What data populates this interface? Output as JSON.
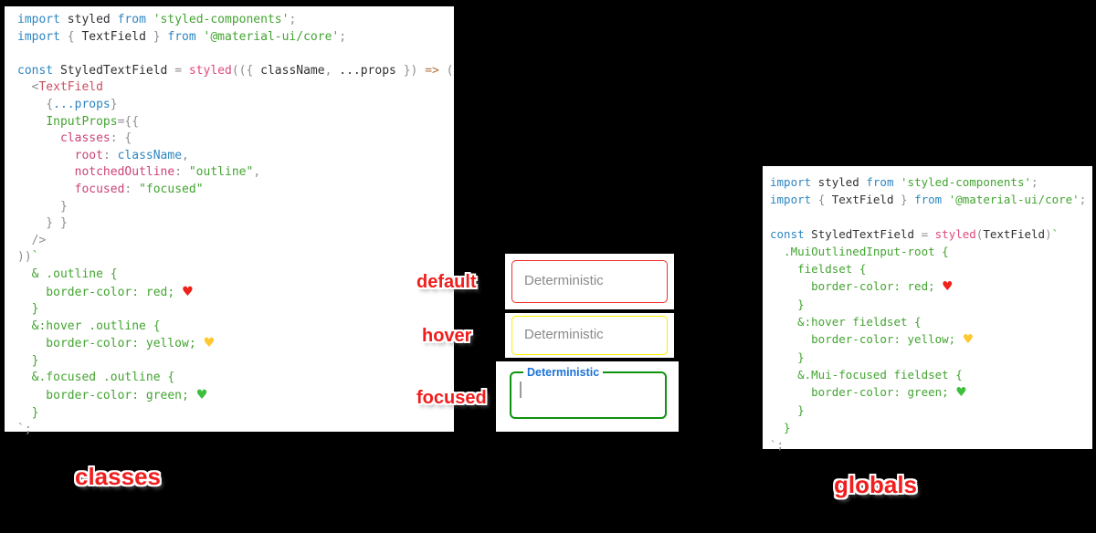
{
  "captions": {
    "left": "classes",
    "right": "globals"
  },
  "states": {
    "default": {
      "label": "default",
      "placeholder": "Deterministic",
      "border_color": "#f42b2b"
    },
    "hover": {
      "label": "hover",
      "placeholder": "Deterministic",
      "border_color": "#ffef00"
    },
    "focused": {
      "label": "focused",
      "field_label": "Deterministic",
      "border_color": "#0f930f"
    }
  },
  "colors": {
    "background": "#000000",
    "panel_background": "#ffffff",
    "label_red": "#f01e1e",
    "keyword_blue": "#2e86c1",
    "string_green": "#43a431",
    "function_pink": "#e0487b",
    "tag_red": "#c74f62",
    "punctuation_gray": "#8e8e94",
    "arrow_brown": "#b5713f",
    "focused_label_blue": "#1a73d9",
    "placeholder_gray": "#8a8a8a",
    "heart_red": "#ef2119",
    "heart_yellow": "#ffc831",
    "heart_green": "#3dbf3d"
  },
  "icons": {
    "heart_glyph": "♥"
  },
  "panels": {
    "left": {
      "lines": [
        [
          {
            "t": "import",
            "c": "kw"
          },
          {
            "t": " styled ",
            "c": "pln"
          },
          {
            "t": "from",
            "c": "kw"
          },
          {
            "t": " ",
            "c": "pln"
          },
          {
            "t": "'styled-components'",
            "c": "str"
          },
          {
            "t": ";",
            "c": "pun"
          }
        ],
        [
          {
            "t": "import",
            "c": "kw"
          },
          {
            "t": " ",
            "c": "pln"
          },
          {
            "t": "{",
            "c": "pun"
          },
          {
            "t": " TextField ",
            "c": "pln"
          },
          {
            "t": "}",
            "c": "pun"
          },
          {
            "t": " ",
            "c": "pln"
          },
          {
            "t": "from",
            "c": "kw"
          },
          {
            "t": " ",
            "c": "pln"
          },
          {
            "t": "'@material-ui/core'",
            "c": "str"
          },
          {
            "t": ";",
            "c": "pun"
          }
        ],
        [],
        [
          {
            "t": "const",
            "c": "kw"
          },
          {
            "t": " StyledTextField ",
            "c": "pln"
          },
          {
            "t": "=",
            "c": "pun"
          },
          {
            "t": " ",
            "c": "pln"
          },
          {
            "t": "styled",
            "c": "fn"
          },
          {
            "t": "(({ ",
            "c": "pun"
          },
          {
            "t": "className",
            "c": "pln"
          },
          {
            "t": ", ",
            "c": "pun"
          },
          {
            "t": "...props",
            "c": "pln"
          },
          {
            "t": " }) ",
            "c": "pun"
          },
          {
            "t": "=>",
            "c": "arr"
          },
          {
            "t": " (",
            "c": "pun"
          }
        ],
        [
          {
            "t": "  ",
            "c": "pln"
          },
          {
            "t": "<",
            "c": "pun"
          },
          {
            "t": "TextField",
            "c": "tag"
          }
        ],
        [
          {
            "t": "    ",
            "c": "pln"
          },
          {
            "t": "{",
            "c": "pun"
          },
          {
            "t": "...props",
            "c": "var"
          },
          {
            "t": "}",
            "c": "pun"
          }
        ],
        [
          {
            "t": "    ",
            "c": "pln"
          },
          {
            "t": "InputProps",
            "c": "attr"
          },
          {
            "t": "=",
            "c": "pun"
          },
          {
            "t": "{{",
            "c": "pun"
          }
        ],
        [
          {
            "t": "      ",
            "c": "pln"
          },
          {
            "t": "classes",
            "c": "key"
          },
          {
            "t": ": {",
            "c": "pun"
          }
        ],
        [
          {
            "t": "        ",
            "c": "pln"
          },
          {
            "t": "root",
            "c": "key"
          },
          {
            "t": ": ",
            "c": "pun"
          },
          {
            "t": "className",
            "c": "var"
          },
          {
            "t": ",",
            "c": "pun"
          }
        ],
        [
          {
            "t": "        ",
            "c": "pln"
          },
          {
            "t": "notchedOutline",
            "c": "key"
          },
          {
            "t": ": ",
            "c": "pun"
          },
          {
            "t": "\"outline\"",
            "c": "str"
          },
          {
            "t": ",",
            "c": "pun"
          }
        ],
        [
          {
            "t": "        ",
            "c": "pln"
          },
          {
            "t": "focused",
            "c": "key"
          },
          {
            "t": ": ",
            "c": "pun"
          },
          {
            "t": "\"focused\"",
            "c": "str"
          }
        ],
        [
          {
            "t": "      }",
            "c": "pun"
          }
        ],
        [
          {
            "t": "    } }",
            "c": "pun"
          }
        ],
        [
          {
            "t": "  />",
            "c": "pun"
          }
        ],
        [
          {
            "t": "))",
            "c": "pun"
          },
          {
            "t": "`",
            "c": "str"
          }
        ],
        [
          {
            "t": "  & .outline {",
            "c": "css"
          }
        ],
        [
          {
            "t": "    border-color: red; ",
            "c": "css"
          },
          {
            "t": "♥",
            "c": "hr",
            "n": "red-heart-icon"
          }
        ],
        [
          {
            "t": "  }",
            "c": "css"
          }
        ],
        [
          {
            "t": "  &:hover .outline {",
            "c": "css"
          }
        ],
        [
          {
            "t": "    border-color: yellow; ",
            "c": "css"
          },
          {
            "t": "♥",
            "c": "hy",
            "n": "yellow-heart-icon"
          }
        ],
        [
          {
            "t": "  }",
            "c": "css"
          }
        ],
        [
          {
            "t": "  &.focused .outline {",
            "c": "css"
          }
        ],
        [
          {
            "t": "    border-color: green; ",
            "c": "css"
          },
          {
            "t": "♥",
            "c": "hg",
            "n": "green-heart-icon"
          }
        ],
        [
          {
            "t": "  }",
            "c": "css"
          }
        ],
        [
          {
            "t": "`;",
            "c": "pun"
          }
        ]
      ]
    },
    "right": {
      "lines": [
        [
          {
            "t": "import",
            "c": "kw"
          },
          {
            "t": " styled ",
            "c": "pln"
          },
          {
            "t": "from",
            "c": "kw"
          },
          {
            "t": " ",
            "c": "pln"
          },
          {
            "t": "'styled-components'",
            "c": "str"
          },
          {
            "t": ";",
            "c": "pun"
          }
        ],
        [
          {
            "t": "import",
            "c": "kw"
          },
          {
            "t": " ",
            "c": "pln"
          },
          {
            "t": "{",
            "c": "pun"
          },
          {
            "t": " TextField ",
            "c": "pln"
          },
          {
            "t": "}",
            "c": "pun"
          },
          {
            "t": " ",
            "c": "pln"
          },
          {
            "t": "from",
            "c": "kw"
          },
          {
            "t": " ",
            "c": "pln"
          },
          {
            "t": "'@material-ui/core'",
            "c": "str"
          },
          {
            "t": ";",
            "c": "pun"
          }
        ],
        [],
        [
          {
            "t": "const",
            "c": "kw"
          },
          {
            "t": " StyledTextField ",
            "c": "pln"
          },
          {
            "t": "=",
            "c": "pun"
          },
          {
            "t": " ",
            "c": "pln"
          },
          {
            "t": "styled",
            "c": "fn"
          },
          {
            "t": "(",
            "c": "pun"
          },
          {
            "t": "TextField",
            "c": "pln"
          },
          {
            "t": ")",
            "c": "pun"
          },
          {
            "t": "`",
            "c": "str"
          }
        ],
        [
          {
            "t": "  .MuiOutlinedInput-root {",
            "c": "css"
          }
        ],
        [
          {
            "t": "    fieldset {",
            "c": "css"
          }
        ],
        [
          {
            "t": "      border-color: red; ",
            "c": "css"
          },
          {
            "t": "♥",
            "c": "hr",
            "n": "red-heart-icon"
          }
        ],
        [
          {
            "t": "    }",
            "c": "css"
          }
        ],
        [
          {
            "t": "    &:hover fieldset {",
            "c": "css"
          }
        ],
        [
          {
            "t": "      border-color: yellow; ",
            "c": "css"
          },
          {
            "t": "♥",
            "c": "hy",
            "n": "yellow-heart-icon"
          }
        ],
        [
          {
            "t": "    }",
            "c": "css"
          }
        ],
        [
          {
            "t": "    &.Mui-focused fieldset {",
            "c": "css"
          }
        ],
        [
          {
            "t": "      border-color: green; ",
            "c": "css"
          },
          {
            "t": "♥",
            "c": "hg",
            "n": "green-heart-icon"
          }
        ],
        [
          {
            "t": "    }",
            "c": "css"
          }
        ],
        [
          {
            "t": "  }",
            "c": "css"
          }
        ],
        [
          {
            "t": "`;",
            "c": "pun"
          }
        ]
      ]
    }
  }
}
